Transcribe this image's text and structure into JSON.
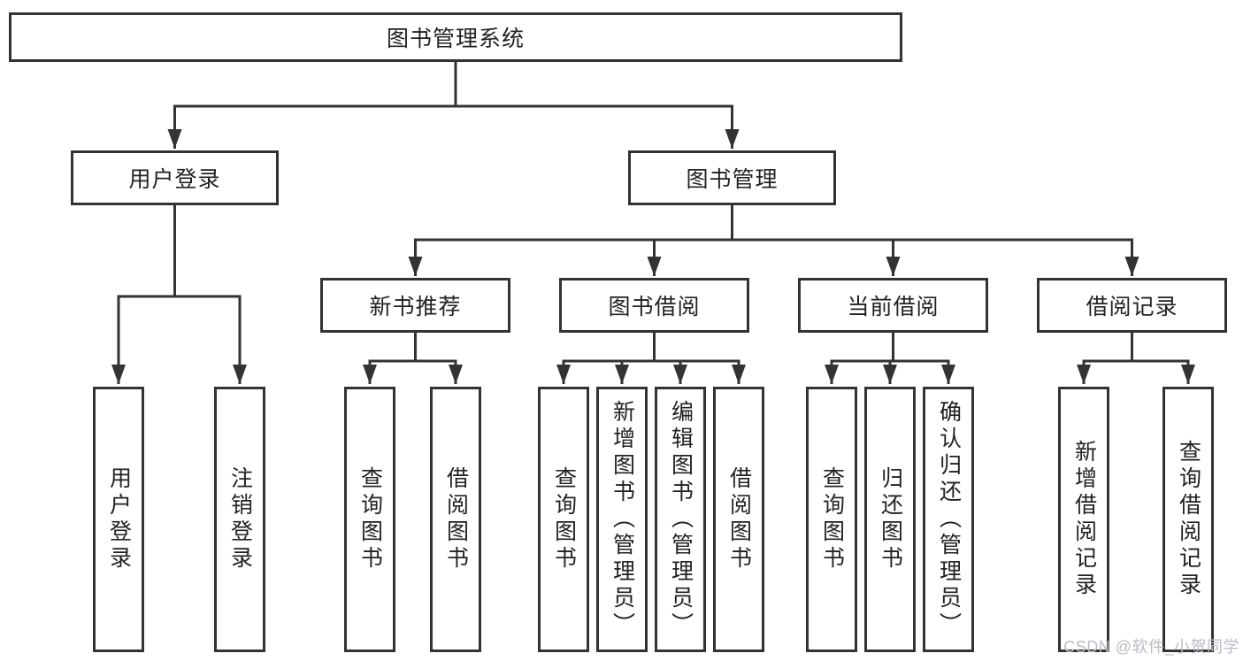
{
  "diagram": {
    "colors": {
      "pagebg": "#ffffff",
      "boxbg": "#ffffff",
      "border": "#333333",
      "line": "#333333",
      "text": "#222222",
      "watermark": "#b9bdc6"
    },
    "root": {
      "label": "图书管理系统"
    },
    "branches": [
      {
        "label": "用户登录",
        "children": [
          {
            "label": "用户登录"
          },
          {
            "label": "注销登录"
          }
        ]
      },
      {
        "label": "图书管理",
        "children": [
          {
            "label": "新书推荐",
            "children": [
              {
                "label": "查询图书"
              },
              {
                "label": "借阅图书"
              }
            ]
          },
          {
            "label": "图书借阅",
            "children": [
              {
                "label": "查询图书"
              },
              {
                "label": "新增图书（管理员）"
              },
              {
                "label": "编辑图书（管理员）"
              },
              {
                "label": "借阅图书"
              }
            ]
          },
          {
            "label": "当前借阅",
            "children": [
              {
                "label": "查询图书"
              },
              {
                "label": "归还图书"
              },
              {
                "label": "确认归还（管理员）"
              }
            ]
          },
          {
            "label": "借阅记录",
            "children": [
              {
                "label": "新增借阅记录"
              },
              {
                "label": "查询借阅记录"
              }
            ]
          }
        ]
      }
    ],
    "watermark": "CSDN @软件_小贺同学"
  }
}
